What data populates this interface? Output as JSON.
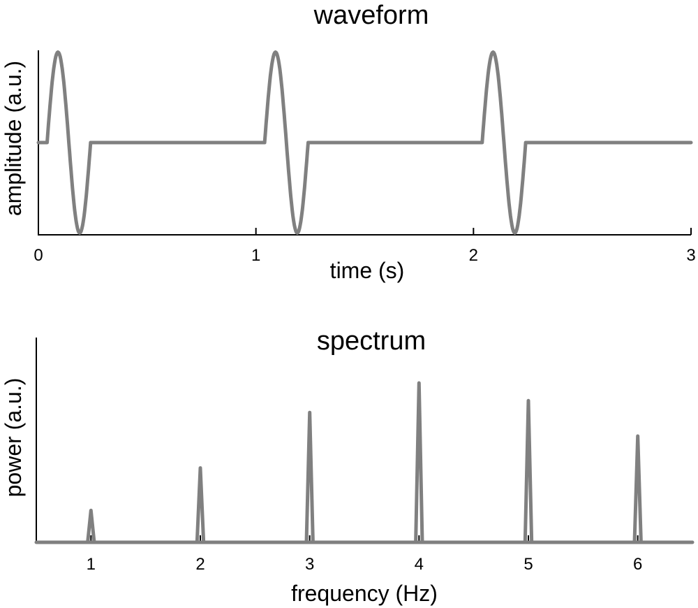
{
  "colors": {
    "series": "#808080",
    "axis": "#000000"
  },
  "chart_data": [
    {
      "type": "line",
      "title": "waveform",
      "xlabel": "time (s)",
      "ylabel": "amplitude (a.u.)",
      "xlim": [
        0,
        3
      ],
      "ylim": [
        -1.02,
        1.02
      ],
      "xticks": [
        0,
        1,
        2,
        3
      ],
      "xtick_labels": [
        "0",
        "1",
        "2",
        "3"
      ],
      "yticks": [],
      "grid": false,
      "series": [
        {
          "pulse_starts": [
            0.04,
            1.04,
            2.04
          ],
          "pulse_duration": 0.2,
          "baseline": 0,
          "amplitude": 1
        }
      ]
    },
    {
      "type": "line",
      "title": "spectrum",
      "xlabel": "frequency (Hz)",
      "ylabel": "power (a.u.)",
      "xlim": [
        0.5,
        6.5
      ],
      "ylim": [
        0,
        1.35
      ],
      "xticks": [
        1,
        2,
        3,
        4,
        5,
        6
      ],
      "xtick_labels": [
        "1",
        "2",
        "3",
        "4",
        "5",
        "6"
      ],
      "yticks": [],
      "grid": false,
      "series": [
        {
          "x": [
            1,
            2,
            3,
            4,
            5,
            6
          ],
          "y": [
            0.27,
            0.63,
            1.1,
            1.35,
            1.2,
            0.9
          ]
        }
      ]
    }
  ]
}
